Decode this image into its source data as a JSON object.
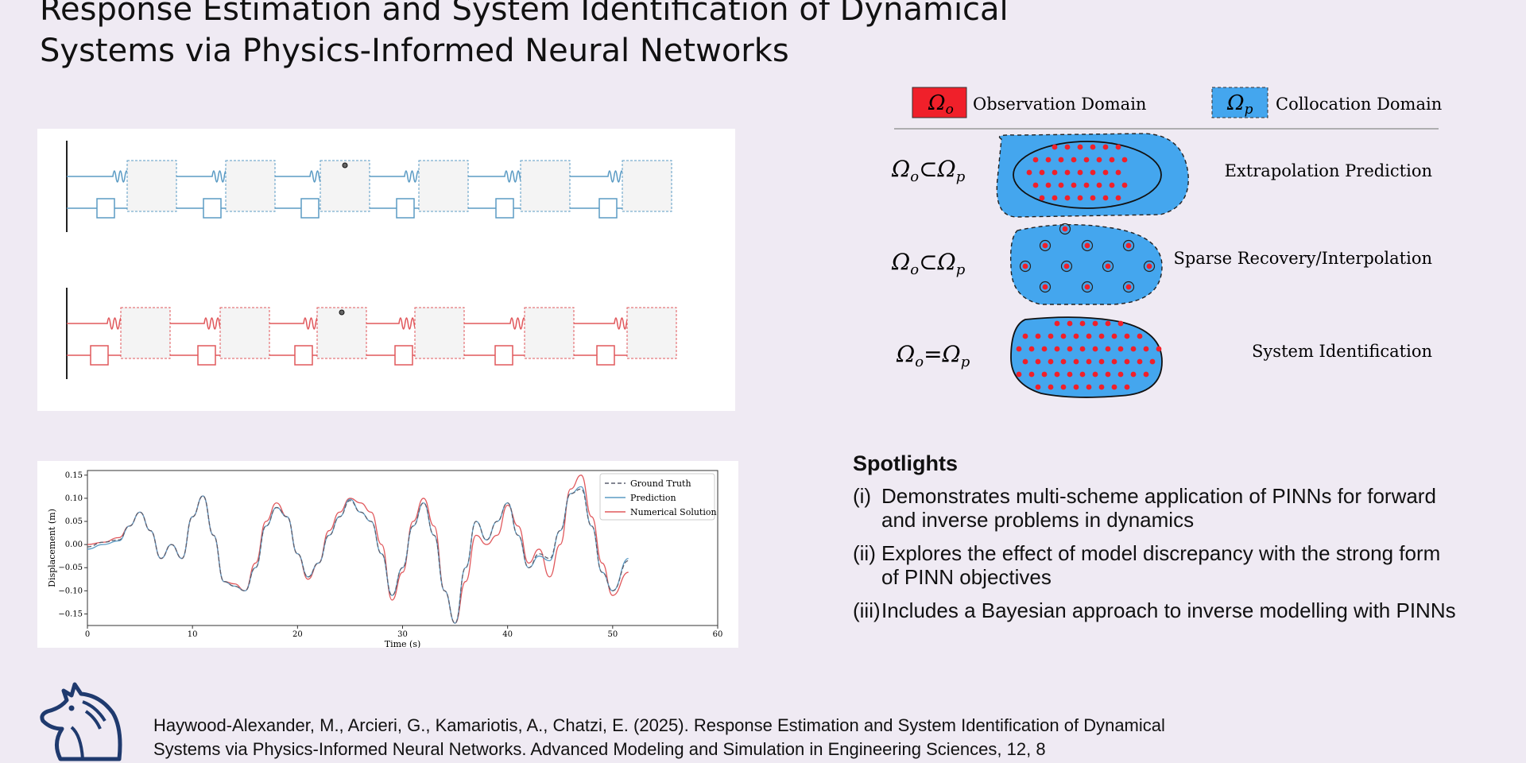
{
  "title_line1": "Response Estimation and System Identification of Dynamical",
  "title_line2": "Systems via Physics-Informed Neural Networks",
  "colors": {
    "background": "#efeaf3",
    "blue": "#5b9bc4",
    "red": "#e0585c",
    "domain_blue": "#44a6ee",
    "domain_red": "#f0202a"
  },
  "domains": {
    "observation_symbol": "Ω",
    "observation_sub": "o",
    "observation_label": "Observation Domain",
    "collocation_symbol": "Ω",
    "collocation_sub": "p",
    "collocation_label": "Collocation Domain",
    "rows": [
      {
        "relation": "⊂",
        "label": "Extrapolation Prediction"
      },
      {
        "relation": "⊂",
        "label": "Sparse Recovery/Interpolation"
      },
      {
        "relation": "=",
        "label": "System Identification"
      }
    ]
  },
  "spotlights": {
    "heading": "Spotlights",
    "items": [
      {
        "num": "(i)",
        "text": "Demonstrates multi-scheme application of PINNs for forward and inverse problems in dynamics"
      },
      {
        "num": "(ii)",
        "text": "Explores the effect of model discrepancy with the strong form of PINN objectives"
      },
      {
        "num": "(iii)",
        "text": "Includes a Bayesian approach to inverse modelling with PINNs"
      }
    ]
  },
  "citation_line1": "Haywood-Alexander, M., Arcieri, G., Kamariotis, A., Chatzi, E. (2025). Response Estimation and System Identification of Dynamical",
  "citation_line2": "Systems via Physics-Informed Neural Networks. Advanced Modeling and Simulation in Engineering Sciences, 12, 8",
  "chart_data": {
    "type": "line",
    "xlabel": "Time (s)",
    "ylabel": "Displacement (m)",
    "xlim": [
      0,
      60
    ],
    "ylim": [
      -0.175,
      0.16
    ],
    "xticks": [
      0,
      10,
      20,
      30,
      40,
      50,
      60
    ],
    "yticks": [
      -0.15,
      -0.1,
      -0.05,
      0.0,
      0.05,
      0.1,
      0.15
    ],
    "legend_position": "top-right",
    "series": [
      {
        "name": "Ground Truth",
        "style": "dashed",
        "color": "#5a5f6e",
        "x": [
          0,
          1.5,
          3,
          4,
          5,
          6,
          7,
          8,
          9,
          10,
          11,
          12,
          13,
          14,
          15,
          16,
          17,
          18,
          19,
          20,
          21,
          22,
          23,
          24,
          25,
          26,
          27,
          28,
          29,
          30,
          31,
          32,
          33,
          34,
          35,
          36,
          37,
          38,
          39,
          40,
          41,
          42,
          43,
          44,
          45,
          46,
          47,
          48,
          49,
          50,
          51.5
        ],
        "y": [
          -0.005,
          0.005,
          0.01,
          0.04,
          0.07,
          0.03,
          -0.03,
          0.0,
          -0.03,
          0.06,
          0.105,
          0.02,
          -0.08,
          -0.09,
          -0.1,
          -0.05,
          0.04,
          0.08,
          0.06,
          -0.02,
          -0.07,
          -0.04,
          0.02,
          0.06,
          0.095,
          0.07,
          0.05,
          -0.02,
          -0.11,
          -0.05,
          0.04,
          0.09,
          0.02,
          -0.1,
          -0.17,
          -0.05,
          0.05,
          0.01,
          0.05,
          0.09,
          0.02,
          -0.05,
          -0.02,
          -0.03,
          0.03,
          0.11,
          0.12,
          0.04,
          -0.06,
          -0.1,
          -0.035
        ]
      },
      {
        "name": "Prediction",
        "style": "solid",
        "color": "#5b9bc4",
        "x": [
          0,
          1.5,
          3,
          4,
          5,
          6,
          7,
          8,
          9,
          10,
          11,
          12,
          13,
          14,
          15,
          16,
          17,
          18,
          19,
          20,
          21,
          22,
          23,
          24,
          25,
          26,
          27,
          28,
          29,
          30,
          31,
          32,
          33,
          34,
          35,
          36,
          37,
          38,
          39,
          40,
          41,
          42,
          43,
          44,
          45,
          46,
          47,
          48,
          49,
          50,
          51.5
        ],
        "y": [
          -0.01,
          0.0,
          0.008,
          0.04,
          0.07,
          0.03,
          -0.03,
          0.0,
          -0.03,
          0.06,
          0.105,
          0.02,
          -0.08,
          -0.09,
          -0.1,
          -0.05,
          0.04,
          0.08,
          0.06,
          -0.02,
          -0.07,
          -0.04,
          0.02,
          0.06,
          0.098,
          0.07,
          0.05,
          -0.02,
          -0.11,
          -0.05,
          0.04,
          0.09,
          0.02,
          -0.1,
          -0.17,
          -0.05,
          0.05,
          0.01,
          0.05,
          0.09,
          0.02,
          -0.05,
          -0.025,
          -0.035,
          0.03,
          0.11,
          0.125,
          0.04,
          -0.06,
          -0.1,
          -0.03
        ]
      },
      {
        "name": "Numerical Solution",
        "style": "solid",
        "color": "#e0585c",
        "x": [
          0,
          1.5,
          3,
          4,
          5,
          6,
          7,
          8,
          9,
          10,
          11,
          12,
          13,
          14,
          15,
          16,
          17,
          18,
          19,
          20,
          21,
          22,
          23,
          24,
          25,
          26,
          27,
          28,
          29,
          30,
          31,
          32,
          33,
          34,
          35,
          36,
          37,
          38,
          39,
          40,
          41,
          42,
          43,
          44,
          45,
          46,
          47,
          48,
          49,
          50,
          51.5
        ],
        "y": [
          0.0,
          0.005,
          0.015,
          0.04,
          0.07,
          0.03,
          -0.03,
          0.0,
          -0.03,
          0.06,
          0.105,
          0.02,
          -0.08,
          -0.085,
          -0.1,
          -0.04,
          0.05,
          0.09,
          0.06,
          -0.02,
          -0.075,
          -0.04,
          0.03,
          0.07,
          0.1,
          0.09,
          0.07,
          0.0,
          -0.12,
          -0.06,
          0.05,
          0.1,
          0.04,
          -0.1,
          -0.17,
          -0.08,
          0.02,
          0.0,
          0.02,
          0.085,
          0.04,
          -0.04,
          -0.01,
          -0.07,
          0.0,
          0.12,
          0.15,
          0.06,
          -0.04,
          -0.11,
          -0.06
        ]
      }
    ]
  }
}
